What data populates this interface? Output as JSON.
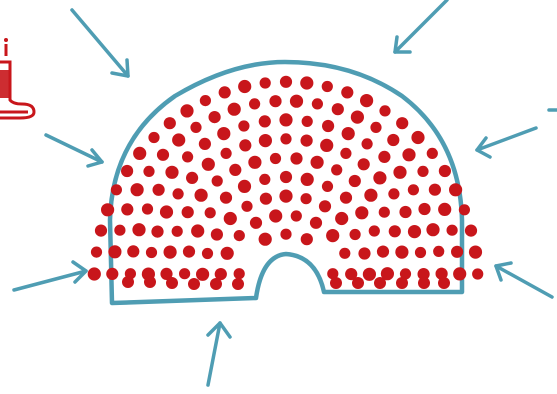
{
  "colors": {
    "background": "#ffffff",
    "outline": "#4f9db3",
    "arrows": "#4f9db3",
    "seats": "#c8161b",
    "figure": "#c8161b"
  },
  "figure": {
    "icon": "cake-icon",
    "lettering": "i"
  },
  "chamber": {
    "shape": "semicircle",
    "seat_rows": 9,
    "seat_color_name": "red",
    "seats_are_dots": true
  },
  "arrows": {
    "count": 8,
    "direction": "inward",
    "names": [
      "arrow-top-left",
      "arrow-top-right",
      "arrow-mid-left",
      "arrow-mid-right",
      "arrow-low-left",
      "arrow-low-right",
      "arrow-bottom",
      "arrow-far-top-right"
    ]
  }
}
